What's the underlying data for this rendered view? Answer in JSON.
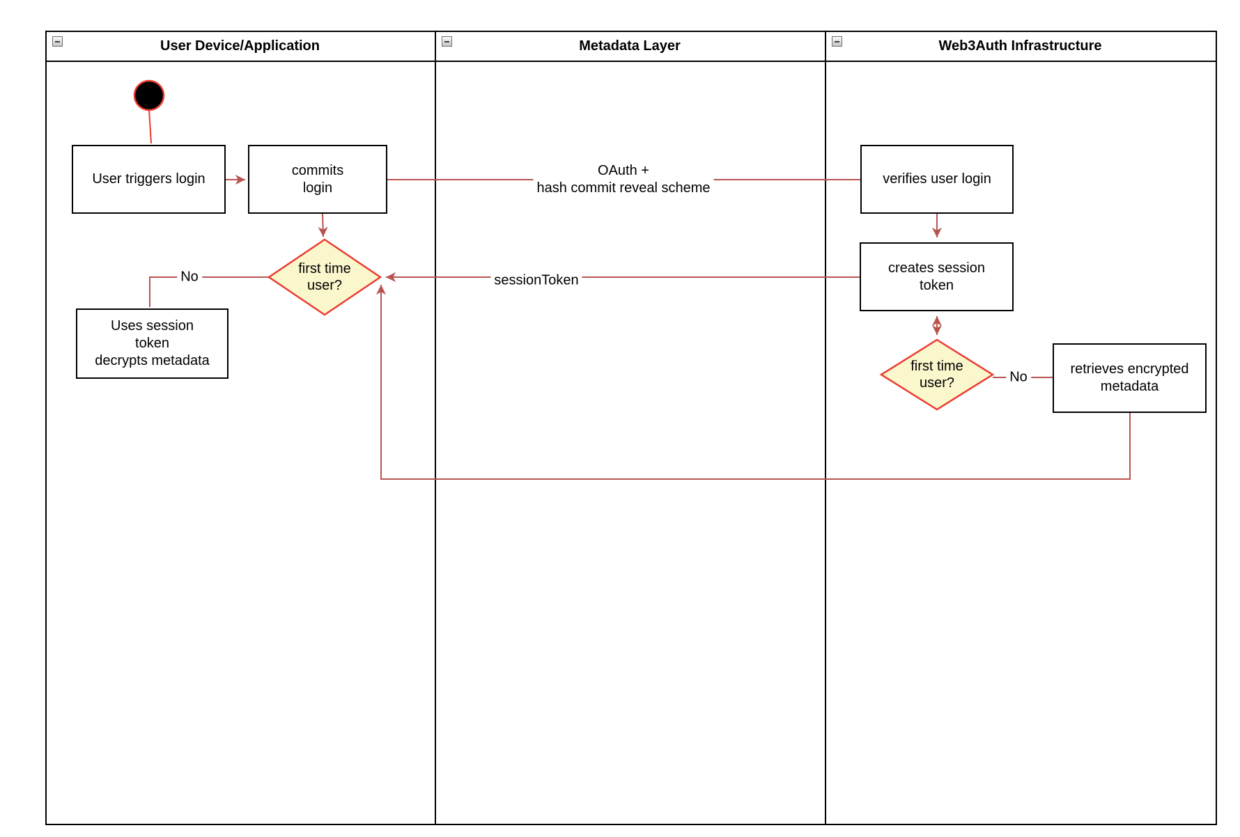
{
  "diagram": {
    "lanes": [
      {
        "title": "User Device/Application"
      },
      {
        "title": "Metadata Layer"
      },
      {
        "title": "Web3Auth Infrastructure"
      }
    ],
    "nodes": {
      "user_triggers": "User triggers login",
      "commits": "commits\nlogin",
      "uses_session": "Uses session\ntoken\ndecrypts metadata",
      "verifies": "verifies user login",
      "creates": "creates session\ntoken",
      "retrieves": "retrieves encrypted\nmetadata",
      "decision_user_device": "first time\nuser?",
      "decision_web3auth": "first time\nuser?"
    },
    "edge_labels": {
      "oauth": "OAuth +\nhash commit reveal scheme",
      "session_token": "sessionToken",
      "no_from_device_decision": "No",
      "no_from_web3auth_decision": "No"
    },
    "colors": {
      "flow_edge": "#B85450",
      "start_edge": "#EB3C30",
      "decision_border": "#EB3C30",
      "decision_fill": "#FBF7CD",
      "start_fill": "#000000",
      "lane_border": "#000000"
    }
  }
}
